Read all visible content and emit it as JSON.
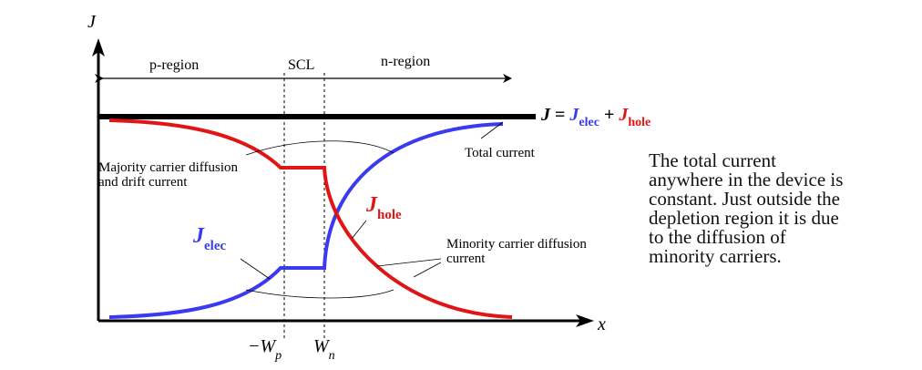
{
  "axes": {
    "y_label": "J",
    "x_label": "x"
  },
  "regions": {
    "p": "p-region",
    "scl": "SCL",
    "n": "n-region"
  },
  "ticks": {
    "wp": {
      "prefix": "−W",
      "sub": "p"
    },
    "wn": {
      "main": "W",
      "sub": "n"
    }
  },
  "equation": {
    "lhs": "J",
    "eq": " = ",
    "j1": "J",
    "j1_sub": "elec",
    "plus": " + ",
    "j2": "J",
    "j2_sub": "hole"
  },
  "curve_labels": {
    "j_elec": {
      "main": "J",
      "sub": "elec"
    },
    "j_hole": {
      "main": "J",
      "sub": "hole"
    }
  },
  "annotations": {
    "total_current": "Total current",
    "majority_line1": "Majority carrier diffusion",
    "majority_line2": "and drift current",
    "minority_line1": "Minority carrier diffusion",
    "minority_line2": "current"
  },
  "caption_lines": [
    "The total current",
    "anywhere in the device is",
    "constant. Just outside the",
    "depletion region it is due",
    "to the diffusion of",
    "minority carriers."
  ],
  "colors": {
    "electron": "#3a3af0",
    "hole": "#e01616",
    "total": "#000000",
    "axis": "#000000",
    "text": "#111111"
  }
}
